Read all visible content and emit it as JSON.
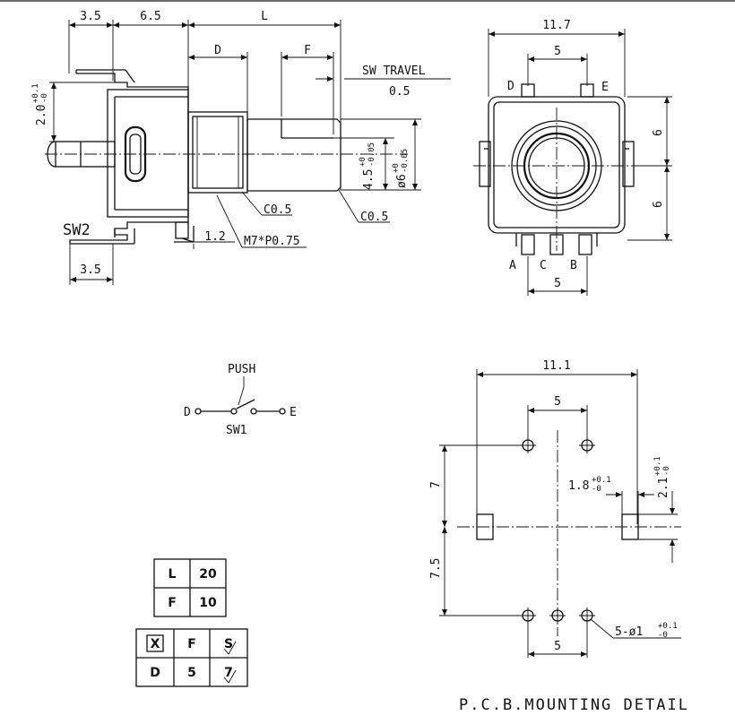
{
  "side_view": {
    "dim_top_left": "3.5",
    "dim_top_mid": "6.5",
    "dim_L": "L",
    "dim_D": "D",
    "dim_F": "F",
    "sw_travel_label": "SW TRAVEL",
    "sw_travel_value": "0.5",
    "dim_left_vertical": "2.0",
    "dim_left_vertical_tol_upper": "+0.1",
    "dim_left_vertical_tol_lower": "-0",
    "dim_shaft_small": "4.5",
    "dim_shaft_small_tol_upper": "+0",
    "dim_shaft_small_tol_lower": "-0.05",
    "dim_shaft_dia": "ø6",
    "dim_shaft_dia_tol_upper": "+0",
    "dim_shaft_dia_tol_lower": "-0.05",
    "chamfer_1": "C0.5",
    "chamfer_2": "C0.5",
    "sw2_label": "SW2",
    "dim_bottom_left": "3.5",
    "dim_thread_offset": "1.2",
    "thread_spec": "M7*P0.75"
  },
  "front_view": {
    "dim_width": "11.7",
    "dim_pin_top": "5",
    "pin_D": "D",
    "pin_E": "E",
    "dim_right_top": "6",
    "dim_right_bottom": "6",
    "pin_A": "A",
    "pin_C": "C",
    "pin_B": "B",
    "dim_pin_bottom": "5"
  },
  "schematic": {
    "push_label": "PUSH",
    "term_D": "D",
    "term_E": "E",
    "switch_label": "SW1"
  },
  "table_LF": [
    [
      "L",
      "20"
    ],
    [
      "F",
      "10"
    ]
  ],
  "table_shaft": {
    "row1": [
      "X",
      "F",
      "S"
    ],
    "row2": [
      "D",
      "5",
      "7"
    ]
  },
  "pcb": {
    "dim_width": "11.1",
    "dim_top_holes": "5",
    "dim_left_top": "7",
    "dim_left_bottom": "7.5",
    "dim_slot": "1.8",
    "dim_slot_tol_upper": "+0.1",
    "dim_slot_tol_lower": "-0",
    "dim_right": "2.1",
    "dim_right_tol_upper": "+0.1",
    "dim_right_tol_lower": "-0",
    "hole_spec": "5-ø1",
    "hole_spec_tol_upper": "+0.1",
    "hole_spec_tol_lower": "-0",
    "dim_bottom_holes": "5",
    "caption": "P.C.B.MOUNTING DETAIL"
  }
}
